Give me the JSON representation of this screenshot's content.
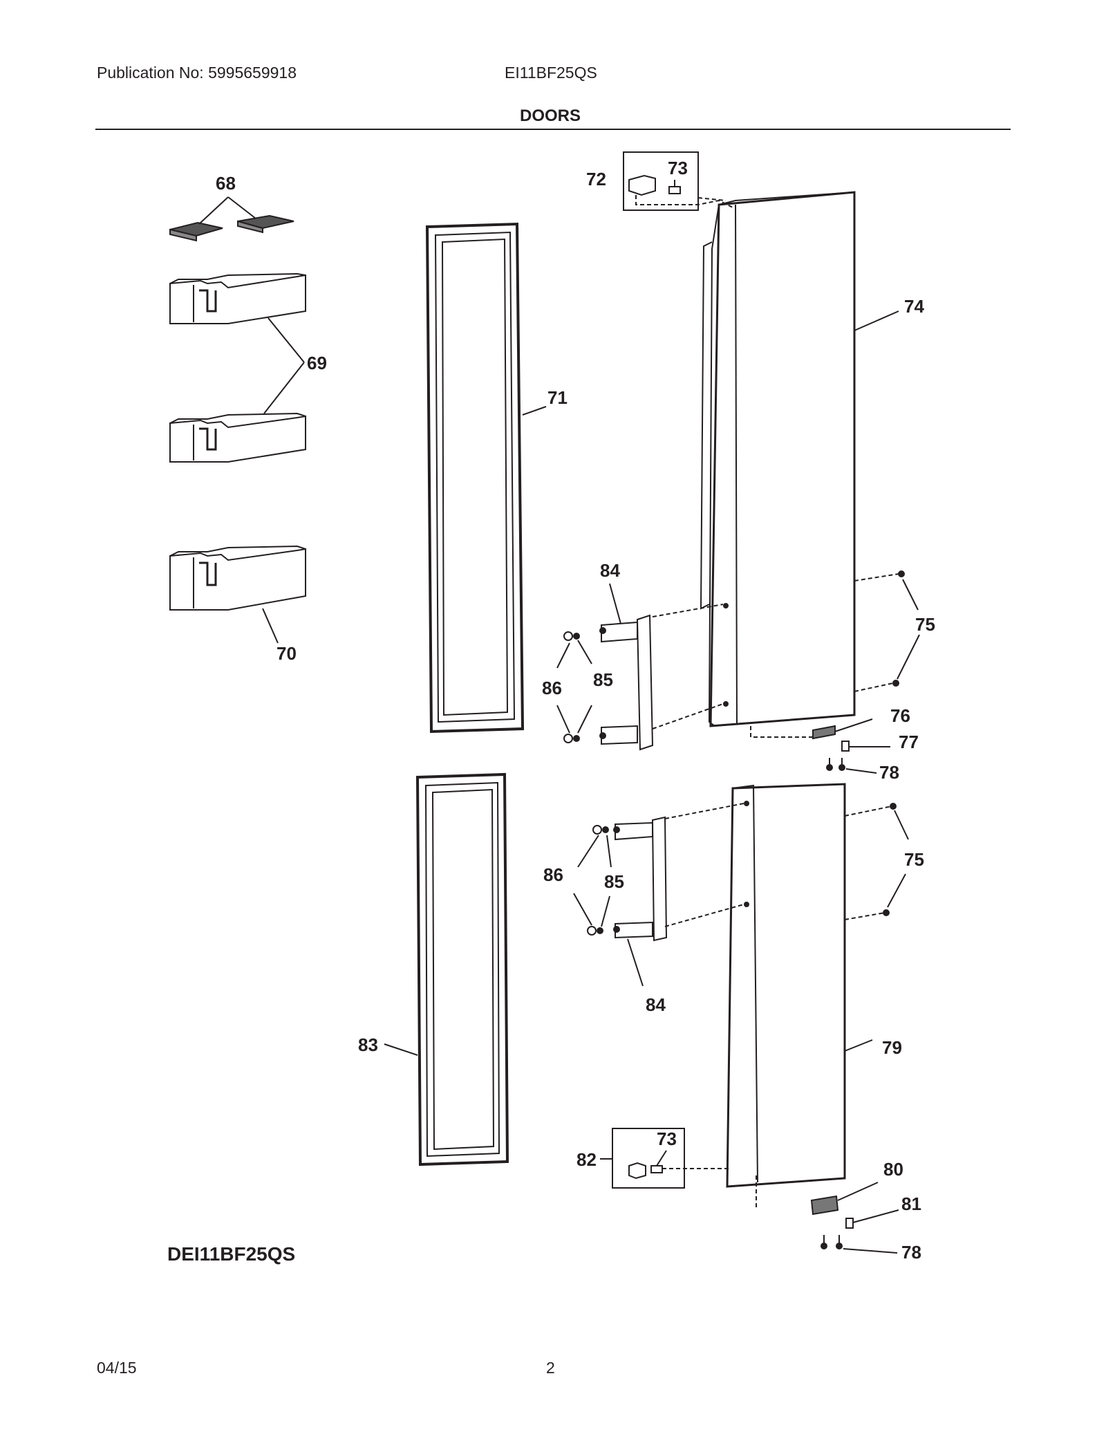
{
  "header": {
    "publication": "Publication No: 5995659918",
    "model": "EI11BF25QS",
    "section_title": "DOORS"
  },
  "diagram": {
    "variant_label": "DEI11BF25QS",
    "callouts": {
      "c68": "68",
      "c69": "69",
      "c70": "70",
      "c71": "71",
      "c72": "72",
      "c73a": "73",
      "c74": "74",
      "c75a": "75",
      "c76": "76",
      "c77": "77",
      "c78a": "78",
      "c84a": "84",
      "c85a": "85",
      "c86a": "86",
      "c83": "83",
      "c84b": "84",
      "c85b": "85",
      "c86b": "86",
      "c75b": "75",
      "c79": "79",
      "c82": "82",
      "c73b": "73",
      "c80": "80",
      "c81": "81",
      "c78b": "78"
    }
  },
  "footer": {
    "date": "04/15",
    "page": "2"
  }
}
